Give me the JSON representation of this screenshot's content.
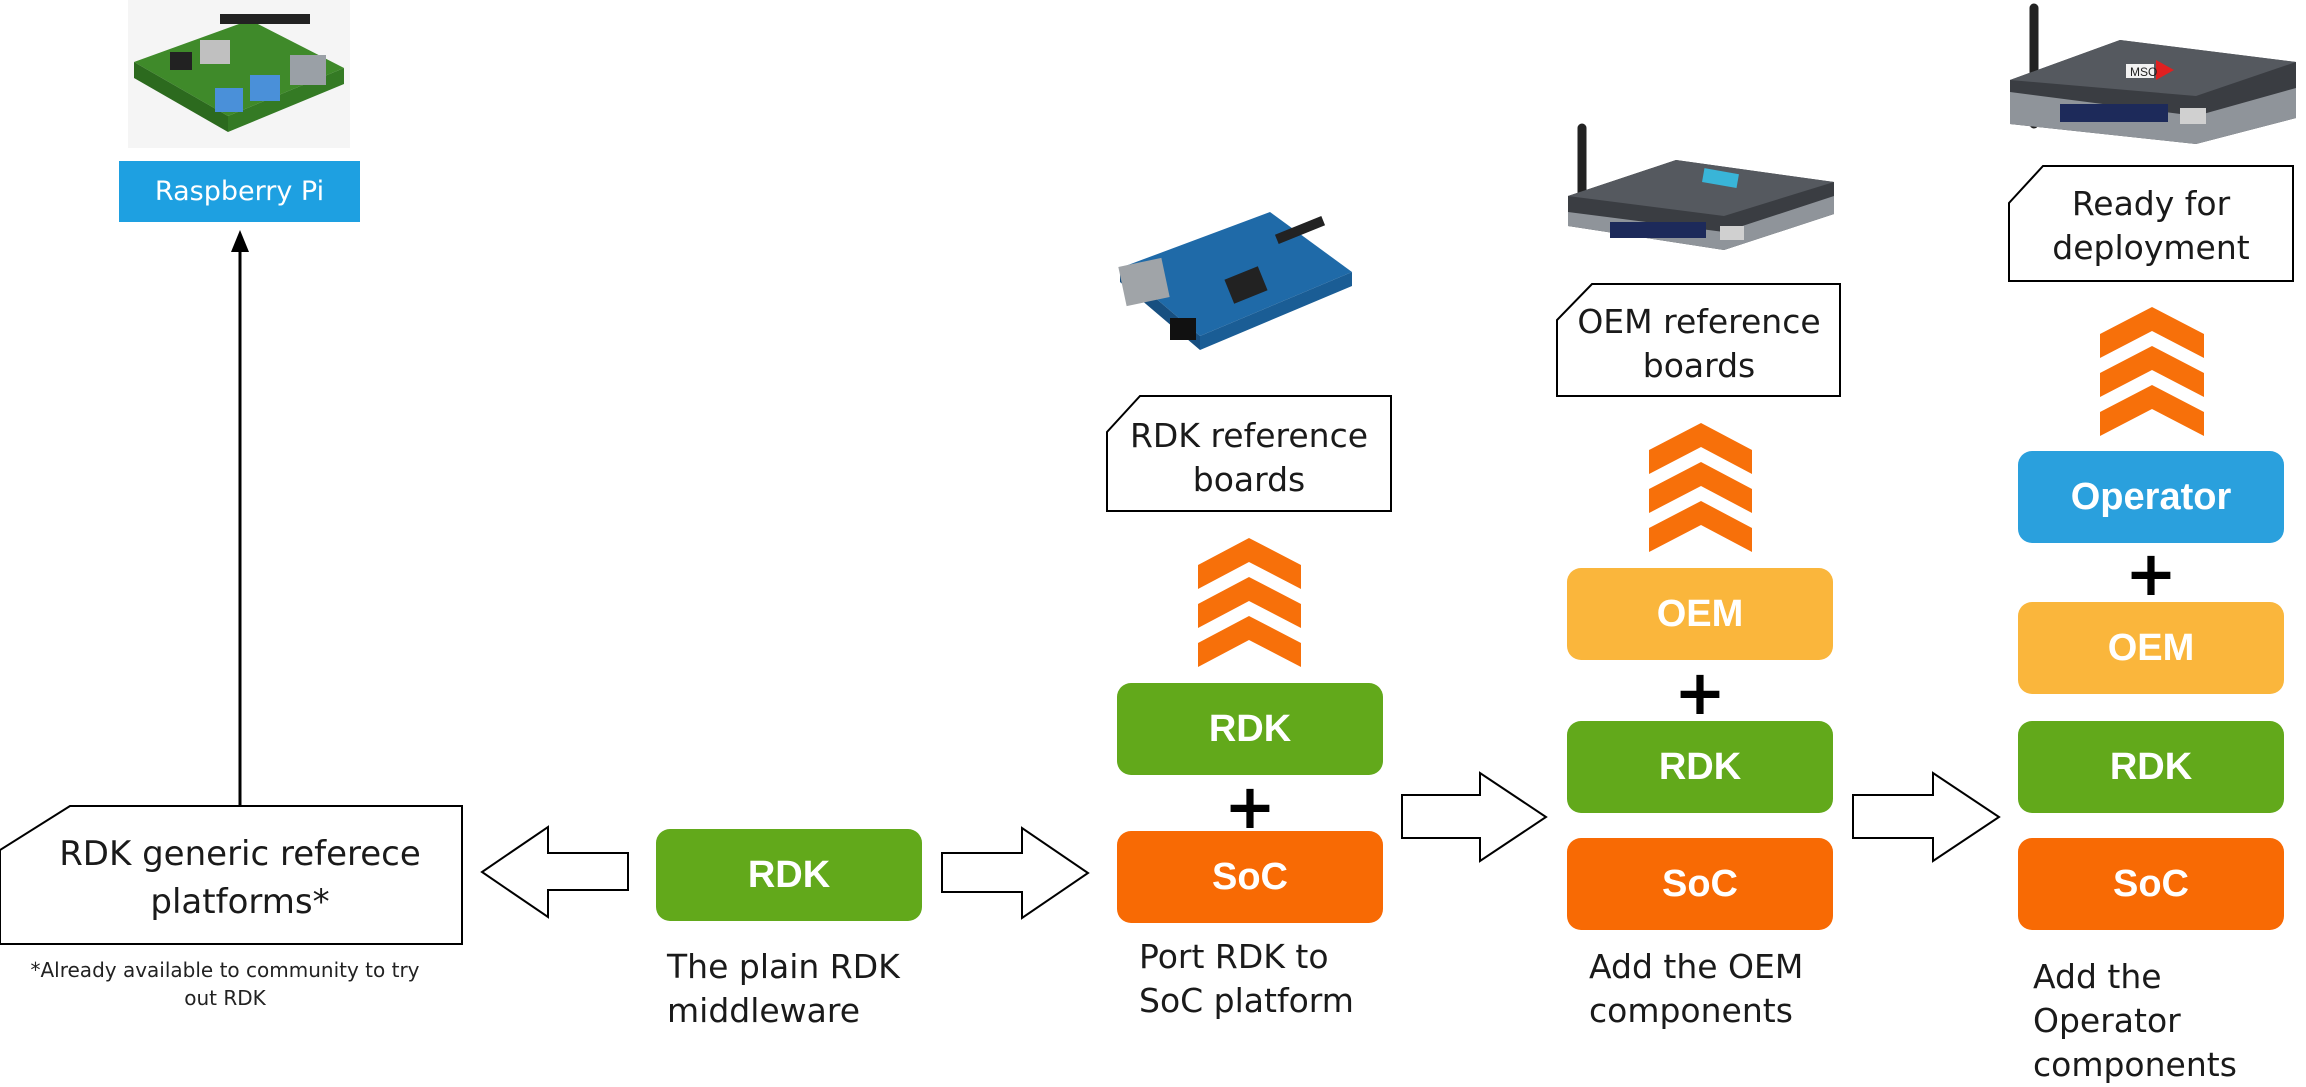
{
  "left": {
    "pi_label": "Raspberry Pi",
    "generic_note": "RDK generic referece platforms*",
    "footnote": "*Already available to community to try out RDK"
  },
  "stage1": {
    "rdk": "RDK",
    "caption": "The plain RDK middleware"
  },
  "stage2": {
    "rdk": "RDK",
    "soc": "SoC",
    "plus": "+",
    "note": "RDK reference boards",
    "caption": "Port RDK to SoC platform"
  },
  "stage3": {
    "oem": "OEM",
    "rdk": "RDK",
    "soc": "SoC",
    "plus": "+",
    "note": "OEM reference boards",
    "caption": "Add the OEM components"
  },
  "stage4": {
    "operator": "Operator",
    "oem": "OEM",
    "rdk": "RDK",
    "soc": "SoC",
    "plus": "+",
    "note": "Ready for deployment",
    "caption": "Add the Operator components",
    "router_badge": "MSO"
  },
  "colors": {
    "rdk": "#62A91B",
    "soc": "#F86A04",
    "oem": "#FAB63C",
    "operator": "#2AA0DD",
    "chevron": "#F7700A",
    "pi_label_bg": "#1EA0E1"
  }
}
